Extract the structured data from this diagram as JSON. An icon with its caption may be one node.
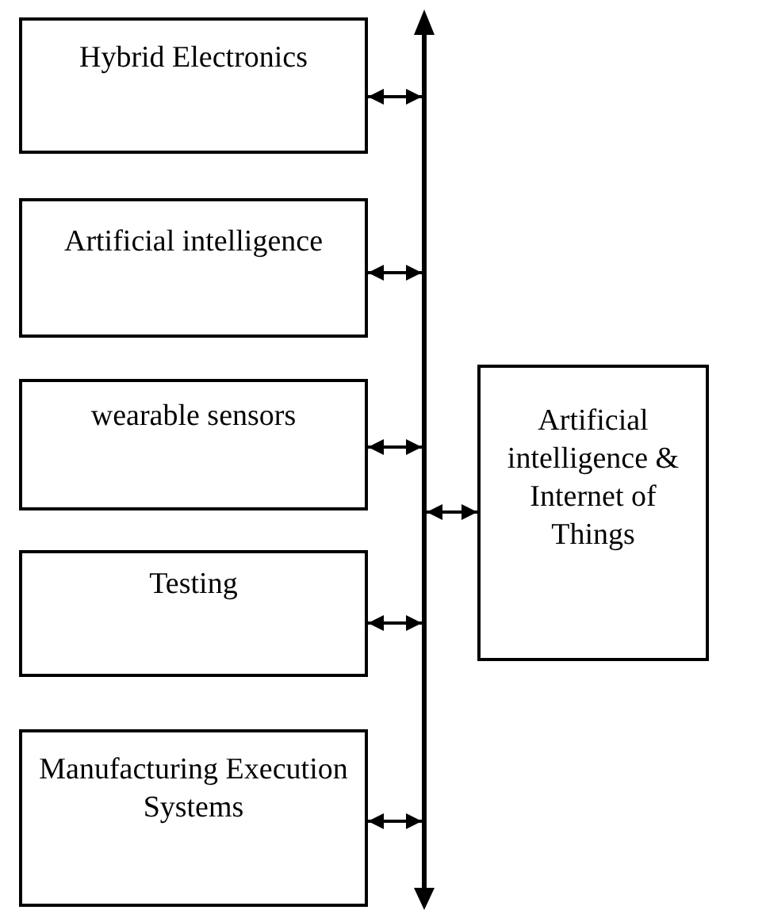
{
  "diagram": {
    "nodes": [
      {
        "text": [
          "Hybrid Electronics"
        ]
      },
      {
        "text": [
          "Artificial intelligence"
        ]
      },
      {
        "text": [
          "wearable sensors"
        ]
      },
      {
        "text": [
          "Testing"
        ]
      },
      {
        "text": [
          "Manufacturing Execution Systems"
        ]
      },
      {
        "text": [],
        "shape": "bar"
      },
      {
        "text": [
          "Artificial intelligence & Internet of Things"
        ]
      }
    ],
    "edges": [
      {
        "from": 0,
        "to": 5,
        "arrow": "both"
      },
      {
        "from": 1,
        "to": 5,
        "arrow": "both"
      },
      {
        "from": 2,
        "to": 5,
        "arrow": "both"
      },
      {
        "from": 3,
        "to": 5,
        "arrow": "both"
      },
      {
        "from": 4,
        "to": 5,
        "arrow": "both"
      },
      {
        "from": 5,
        "to": 6,
        "arrow": "both"
      }
    ]
  }
}
